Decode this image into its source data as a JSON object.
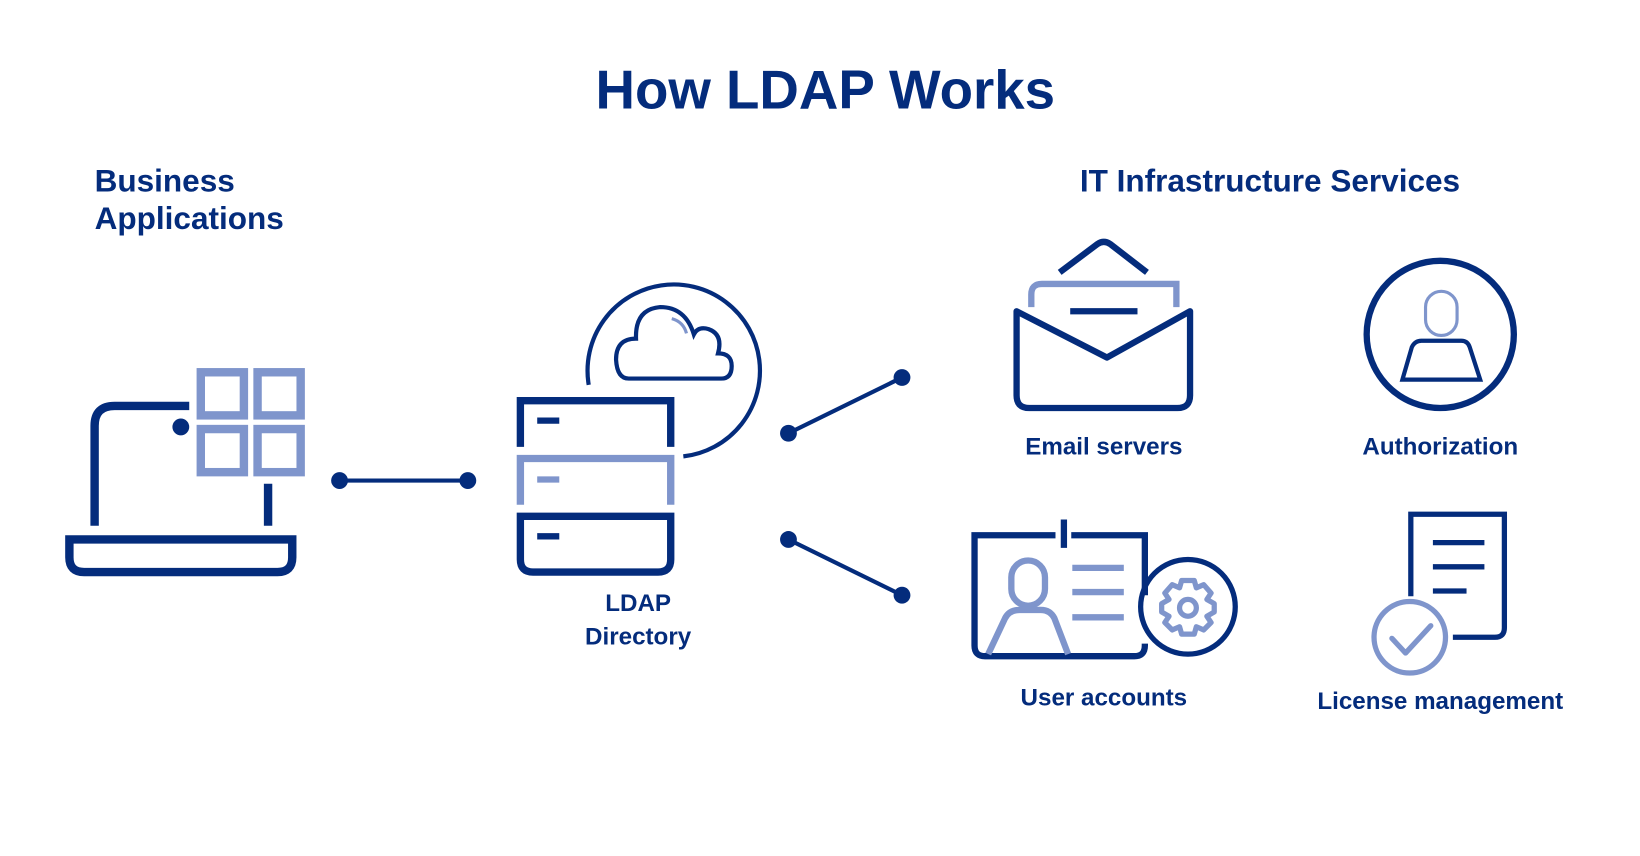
{
  "title": "How LDAP Works",
  "colors": {
    "primary": "#042C7C",
    "accent": "#7F95CC",
    "background": "#FFFFFF"
  },
  "left_section": {
    "heading_line1": "Business",
    "heading_line2": "Applications",
    "icon": "laptop-with-app-grid-icon"
  },
  "center": {
    "label_line1": "LDAP",
    "label_line2": "Directory",
    "icon": "server-stack-with-cloud-icon"
  },
  "right_section": {
    "heading": "IT Infrastructure Services",
    "services": [
      {
        "label": "Email servers",
        "icon": "open-envelope-icon"
      },
      {
        "label": "Authorization",
        "icon": "user-circle-icon"
      },
      {
        "label": "User accounts",
        "icon": "id-card-gear-icon"
      },
      {
        "label": "License management",
        "icon": "document-check-icon"
      }
    ]
  },
  "connections": [
    {
      "from": "Business Applications",
      "to": "LDAP Directory"
    },
    {
      "from": "LDAP Directory",
      "to": "Email servers / Authorization"
    },
    {
      "from": "LDAP Directory",
      "to": "User accounts / License management"
    }
  ]
}
